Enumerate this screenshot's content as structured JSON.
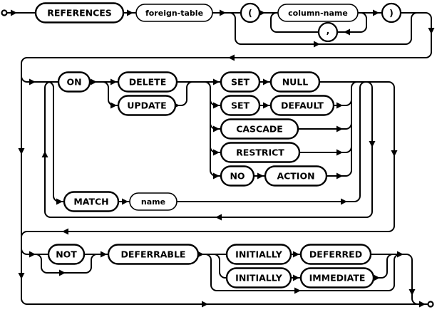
{
  "diagram": {
    "nodes": {
      "references": "REFERENCES",
      "foreign_table": "foreign-table",
      "open_paren": "(",
      "column_name": "column-name",
      "comma": ",",
      "close_paren": ")",
      "on": "ON",
      "delete": "DELETE",
      "update": "UPDATE",
      "set_1": "SET",
      "null": "NULL",
      "set_2": "SET",
      "default": "DEFAULT",
      "cascade": "CASCADE",
      "restrict": "RESTRICT",
      "no": "NO",
      "action": "ACTION",
      "match": "MATCH",
      "name": "name",
      "not": "NOT",
      "deferrable": "DEFERRABLE",
      "initially_1": "INITIALLY",
      "deferred": "DEFERRED",
      "initially_2": "INITIALLY",
      "immediate": "IMMEDIATE"
    },
    "colors": {
      "line": "#000000",
      "background": "#ffffff"
    }
  }
}
